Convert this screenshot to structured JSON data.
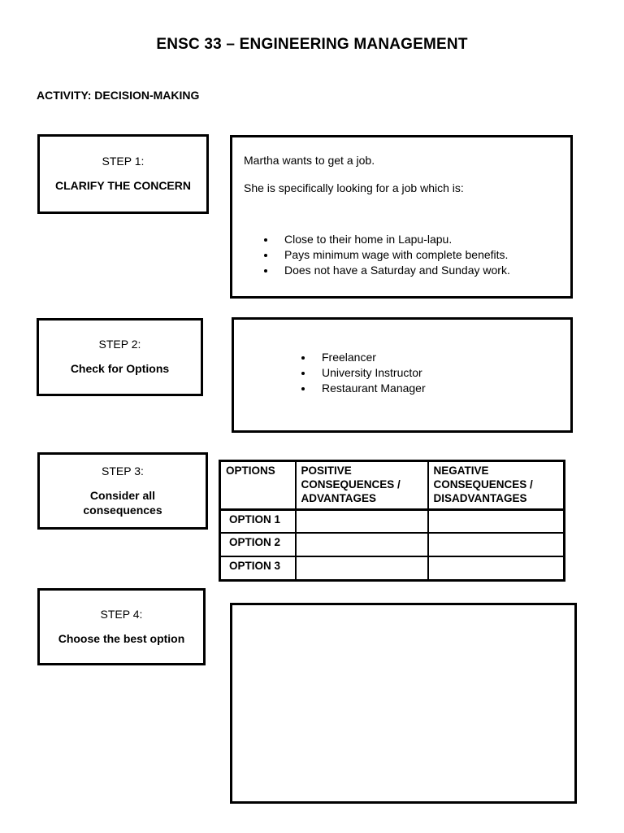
{
  "page": {
    "title": "ENSC 33 – ENGINEERING MANAGEMENT",
    "activity_label": "ACTIVITY: DECISION-MAKING"
  },
  "colors": {
    "text": "#000000",
    "border": "#000000",
    "background": "#ffffff"
  },
  "steps": [
    {
      "label": "STEP 1:",
      "title": "CLARIFY THE CONCERN"
    },
    {
      "label": "STEP 2:",
      "title": "Check for Options"
    },
    {
      "label": "STEP 3:",
      "title": "Consider all consequences"
    },
    {
      "label": "STEP 4:",
      "title": "Choose the best option"
    }
  ],
  "step1_content": {
    "line1": "Martha wants to get a job.",
    "line2": "She is specifically looking for a job which is:",
    "bullets": [
      "Close to their home in Lapu-lapu.",
      "Pays minimum wage with complete benefits.",
      "Does not have a Saturday and Sunday work."
    ]
  },
  "step2_content": {
    "bullets": [
      "Freelancer",
      "University Instructor",
      "Restaurant Manager"
    ]
  },
  "step3_content": {
    "table": {
      "headers": [
        "OPTIONS",
        "POSITIVE CONSEQUENCES / ADVANTAGES",
        "NEGATIVE CONSEQUENCES / DISADVANTAGES"
      ],
      "rows": [
        {
          "label": "OPTION 1",
          "positive": "",
          "negative": ""
        },
        {
          "label": "OPTION 2",
          "positive": "",
          "negative": ""
        },
        {
          "label": "OPTION 3",
          "positive": "",
          "negative": ""
        }
      ]
    }
  },
  "step4_content": {
    "answer": ""
  }
}
